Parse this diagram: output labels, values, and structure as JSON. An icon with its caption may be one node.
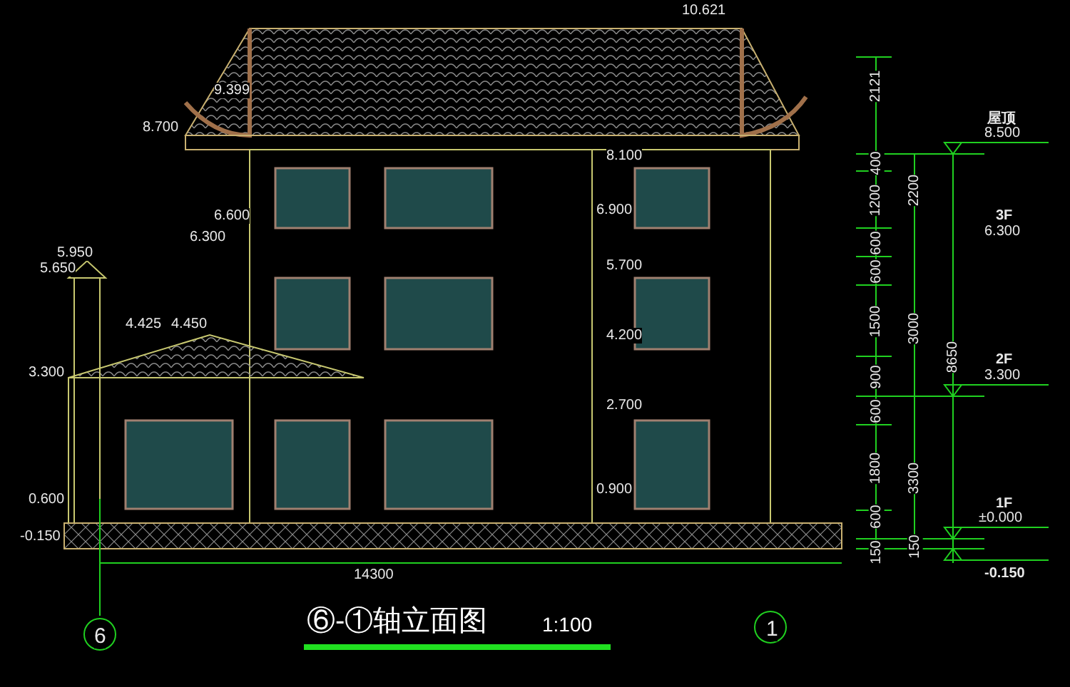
{
  "diagram": {
    "title": "⑥-①轴立面图",
    "labels": [
      "10.621",
      "9.399",
      "8.700",
      "8.100",
      "6.900",
      "6.600",
      "6.300",
      "5.950",
      "5.650",
      "5.700",
      "4.425",
      "4.450",
      "4.200",
      "3.300",
      "2.700",
      "0.900",
      "0.600",
      "-0.150",
      "14300",
      "2121",
      "400",
      "1200",
      "600",
      "600",
      "1500",
      "900",
      "600",
      "1800",
      "600",
      "150",
      "2200",
      "3000",
      "3300",
      "150",
      "8650",
      "屋顶",
      "8.500",
      "3F",
      "6.300",
      "2F",
      "3.300",
      "1F",
      "±0.000",
      "-0.150",
      "1:100",
      "6",
      "1"
    ]
  }
}
